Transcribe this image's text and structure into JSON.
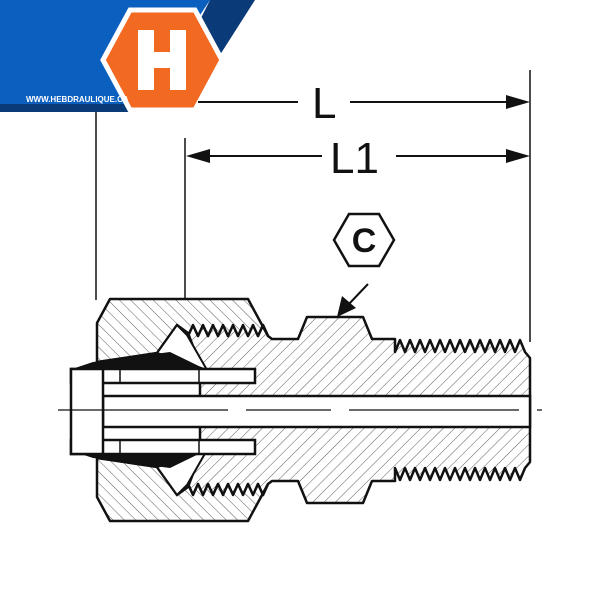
{
  "logo": {
    "letter": "H",
    "url_text": "WWW.HEBDRAULIQUE.CA",
    "colors": {
      "blue": "#0a5fbf",
      "dark_blue": "#0b3a78",
      "orange": "#f26a21"
    }
  },
  "dimensions": {
    "overall_length_label": "L",
    "body_length_label": "L1",
    "hex_label": "C"
  }
}
